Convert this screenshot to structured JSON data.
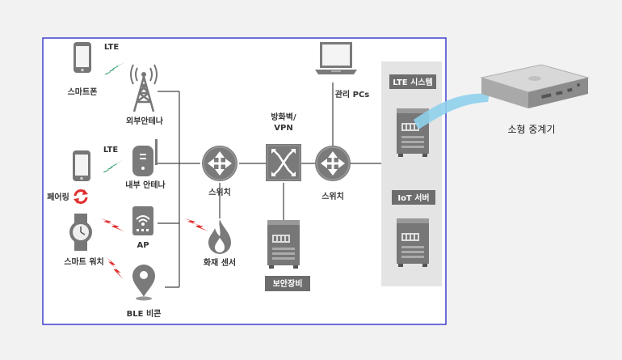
{
  "labels": {
    "smartphone": "스마트폰",
    "lte_top": "LTE",
    "lte_mid": "LTE",
    "outer_antenna": "외부안테나",
    "inner_antenna": "내부 안테나",
    "pairing": "페어링",
    "ap": "AP",
    "smart_watch": "스마트 워치",
    "ble_beacon": "BLE 비콘",
    "switch_left": "스위치",
    "fire_sensor": "화재 센서",
    "firewall_line1": "방화벽/",
    "firewall_line2": "VPN",
    "security_equipment": "보안장비",
    "switch_right": "스위치",
    "admin_pcs": "관리 PCs",
    "lte_system": "LTE 시스템",
    "iot_server": "IoT 서버",
    "small_relay": "소형 중계기"
  },
  "colors": {
    "frame_border": "#4040d0",
    "device_gray": "#7a7a7a",
    "signal_red": "#e03030",
    "signal_green": "#2e9e6a",
    "panel_gray": "#e4e4e4",
    "tag_gray": "#6d6d6d",
    "highlight_blue": "#8fd0ec"
  },
  "icons": {
    "smartphone": "smartphone-icon",
    "antenna_tower": "antenna-tower-icon",
    "inner_antenna": "inner-antenna-icon",
    "ap": "wifi-router-icon",
    "watch": "smartwatch-icon",
    "beacon": "map-pin-icon",
    "switch": "router-arrows-icon",
    "firewall": "firewall-icon",
    "fire": "flame-icon",
    "server": "server-icon",
    "laptop": "laptop-icon",
    "relay": "relay-box-icon",
    "pairing": "sync-icon",
    "lightning": "lightning-icon"
  }
}
